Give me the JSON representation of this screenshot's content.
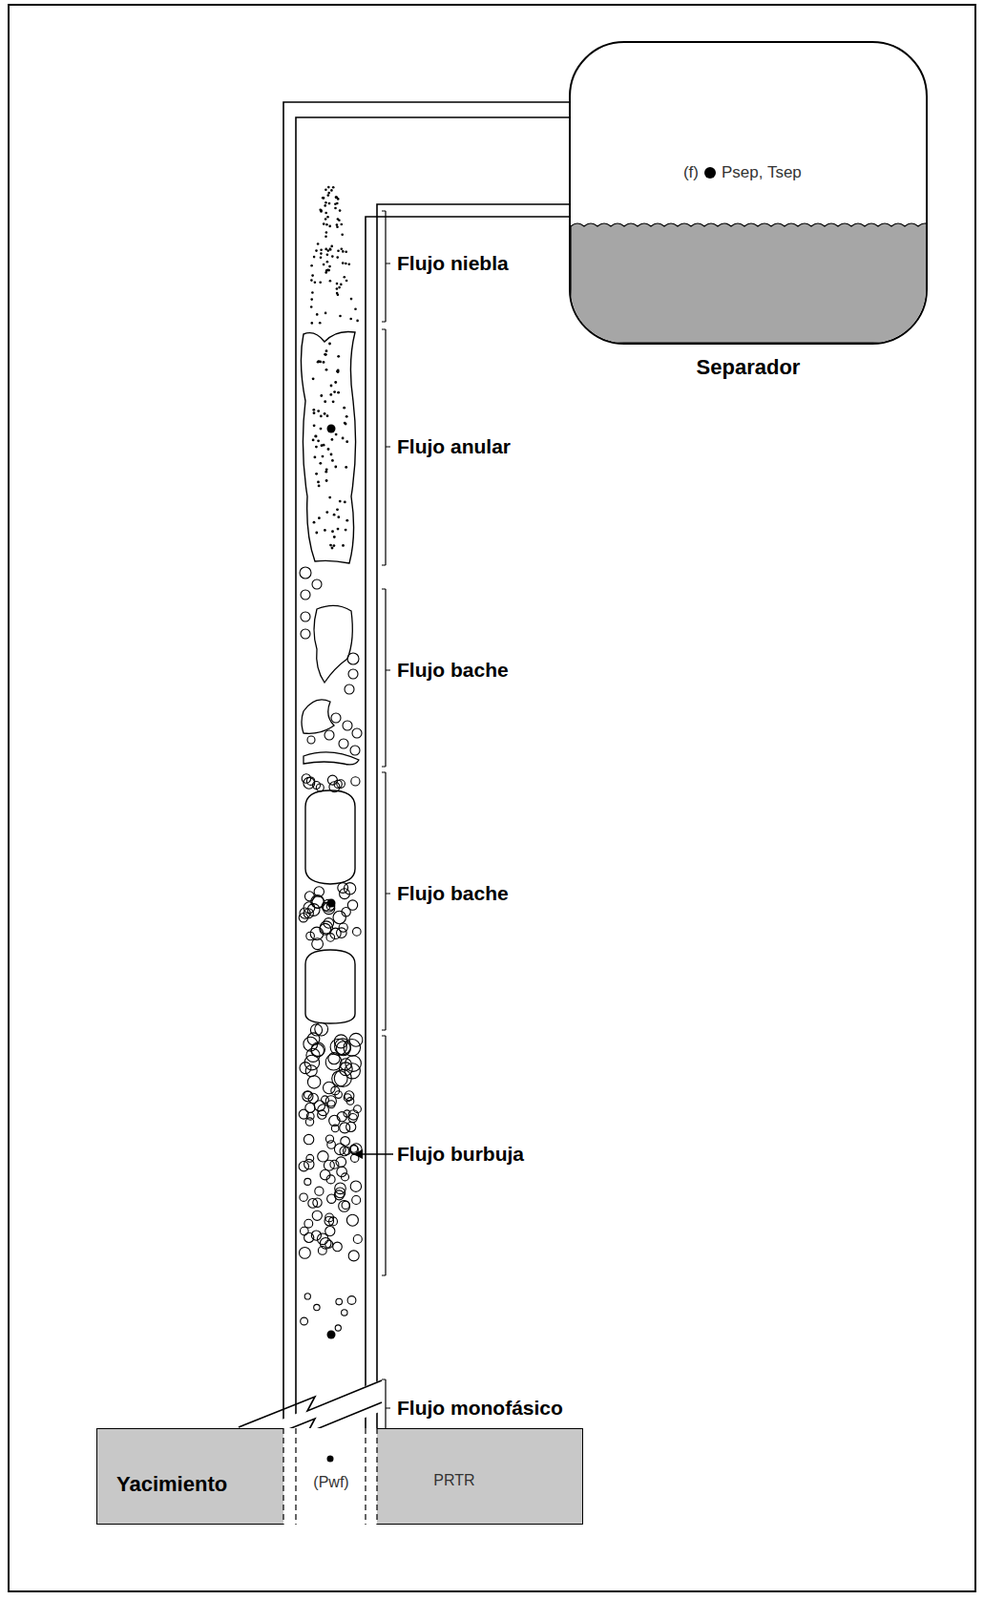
{
  "diagram": {
    "nodes": [
      {
        "text": [
          "(f)",
          "Psep, Tsep",
          "Separador"
        ]
      },
      {
        "text": [
          "Yacimiento",
          "(Pwf)",
          "PRTR"
        ]
      }
    ],
    "labels": [
      "Flujo niebla",
      "Flujo anular",
      "Flujo bache",
      "Flujo bache",
      "Flujo burbuja",
      "Flujo monofásico"
    ]
  }
}
